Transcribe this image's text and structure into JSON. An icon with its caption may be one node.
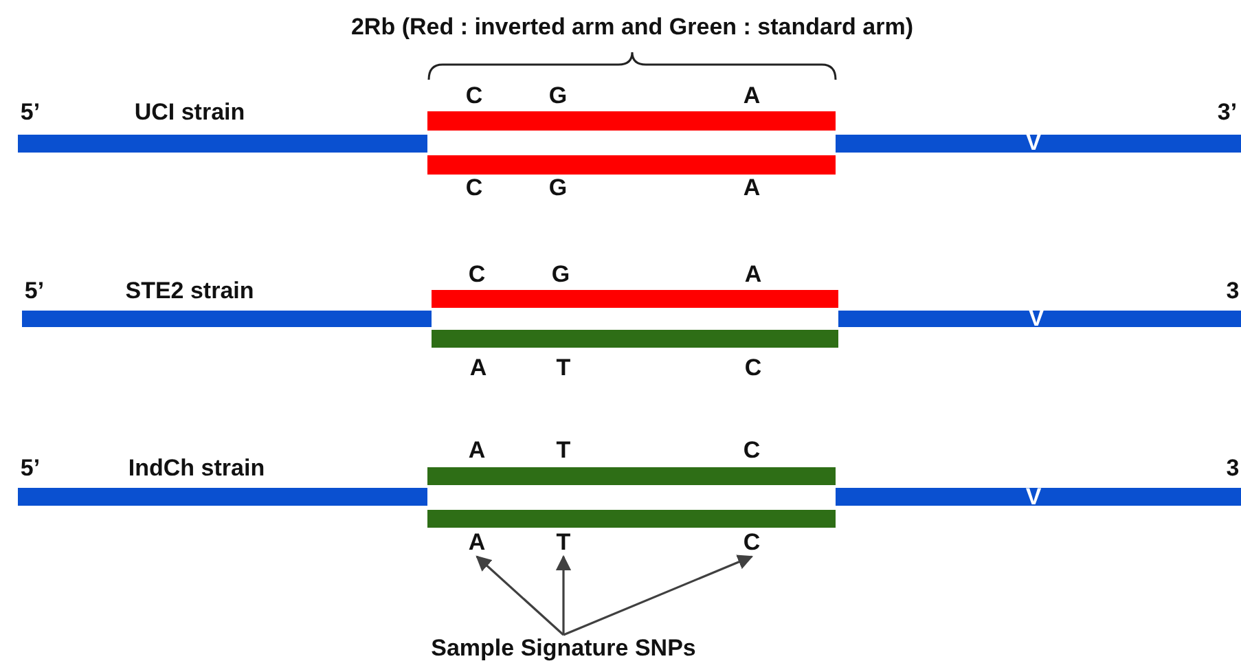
{
  "diagram": {
    "title": "2Rb (Red : inverted arm and Green : standard arm)",
    "nodes": [
      {
        "text": [
          "A"
        ]
      },
      {
        "text": [
          "T"
        ]
      },
      {
        "text": [
          "C"
        ]
      },
      {
        "text": [
          "Sample Signature SNPs"
        ]
      }
    ],
    "edges": [
      {
        "from": 3,
        "to": 0,
        "arrow": "to"
      },
      {
        "from": 3,
        "to": 1,
        "arrow": "to"
      },
      {
        "from": 3,
        "to": 2,
        "arrow": "to"
      }
    ],
    "labels": [
      "C",
      "G",
      "A",
      "5’",
      "UCI strain",
      "3’",
      "V",
      "C",
      "G",
      "A",
      "C",
      "G",
      "A",
      "5’",
      "STE2 strain",
      "3",
      "V",
      "A",
      "T",
      "C",
      "A",
      "T",
      "C",
      "5’",
      "IndCh strain",
      "3",
      "V"
    ]
  }
}
